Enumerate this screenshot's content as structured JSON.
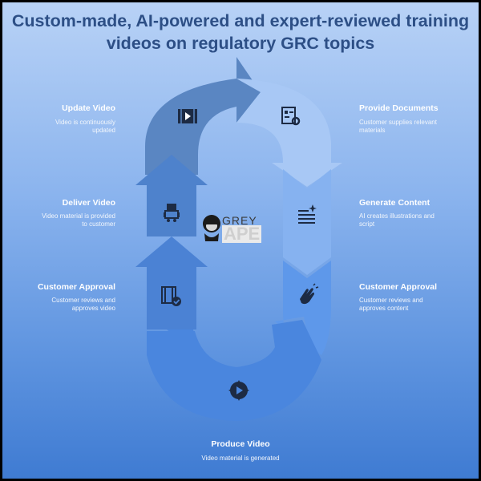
{
  "title": "Custom-made, AI-powered and expert-reviewed training videos on regulatory GRC topics",
  "logo": {
    "line1": "GREY",
    "line2": "APE"
  },
  "steps": [
    {
      "title": "Provide Documents",
      "desc": "Customer supplies relevant materials",
      "icon": "document-gear-icon",
      "color": "#9fc3f5"
    },
    {
      "title": "Generate Content",
      "desc": "AI creates illustrations and script",
      "icon": "ai-text-icon",
      "color": "#86b2f0"
    },
    {
      "title": "Customer Approval",
      "desc": "Customer reviews and approves content",
      "icon": "clapping-hands-icon",
      "color": "#5e98ea"
    },
    {
      "title": "Produce Video",
      "desc": "Video material is generated",
      "icon": "play-gear-icon",
      "color": "#4a86de"
    },
    {
      "title": "Customer Approval",
      "desc": "Customer reviews and approves video",
      "icon": "film-check-icon",
      "color": "#4b82d4"
    },
    {
      "title": "Deliver Video",
      "desc": "Video material is provided to customer",
      "icon": "delivery-robot-icon",
      "color": "#4e82cc"
    },
    {
      "title": "Update Video",
      "desc": "Video is continuously updated",
      "icon": "video-player-icon",
      "color": "#5a86c2"
    }
  ]
}
